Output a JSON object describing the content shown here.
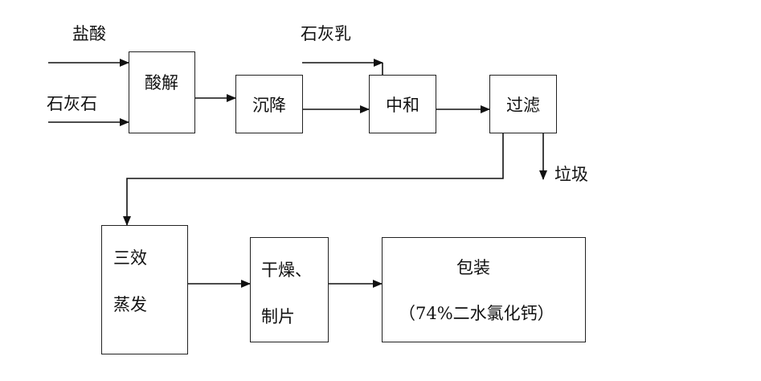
{
  "diagram": {
    "type": "process-flow",
    "inputs": {
      "hydrochloric_acid": "盐酸",
      "limestone": "石灰石",
      "lime_milk": "石灰乳"
    },
    "steps": {
      "acidolysis": "酸解",
      "settling": "沉降",
      "neutralization": "中和",
      "filtration": "过滤",
      "evaporation_line1": "三效",
      "evaporation_line2": "蒸发",
      "drying_line1": "干燥、",
      "drying_line2": "制片",
      "packaging_line1": "包装",
      "packaging_line2": "（74%二水氯化钙）"
    },
    "outputs": {
      "waste": "垃圾"
    },
    "edges": [
      {
        "from": "盐酸",
        "to": "酸解"
      },
      {
        "from": "石灰石",
        "to": "酸解"
      },
      {
        "from": "酸解",
        "to": "沉降"
      },
      {
        "from": "沉降",
        "to": "中和"
      },
      {
        "from": "石灰乳",
        "to": "中和"
      },
      {
        "from": "中和",
        "to": "过滤"
      },
      {
        "from": "过滤",
        "to": "垃圾"
      },
      {
        "from": "过滤",
        "to": "三效蒸发"
      },
      {
        "from": "三效蒸发",
        "to": "干燥、制片"
      },
      {
        "from": "干燥、制片",
        "to": "包装"
      }
    ]
  }
}
